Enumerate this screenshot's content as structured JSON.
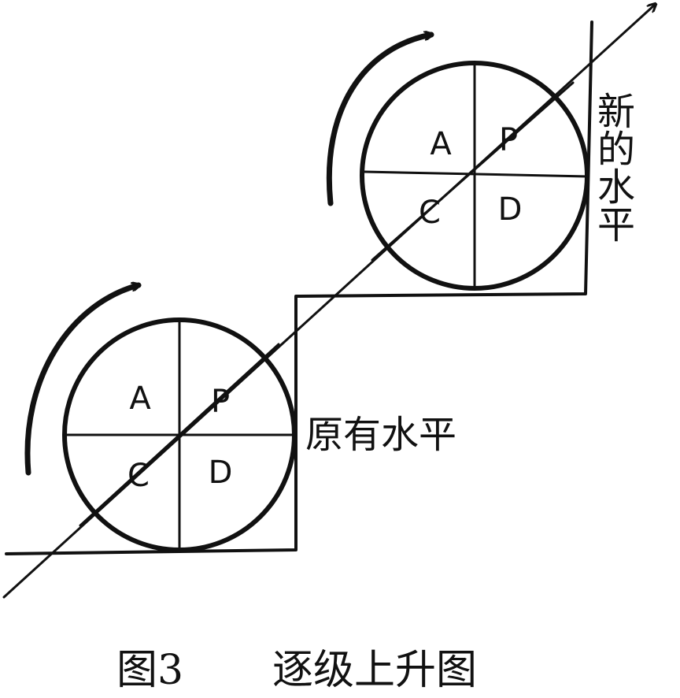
{
  "lower_circle": {
    "quadrants": {
      "top_left": "A",
      "top_right": "P",
      "bottom_left": "C",
      "bottom_right": "D"
    }
  },
  "upper_circle": {
    "quadrants": {
      "top_left": "A",
      "top_right": "P",
      "bottom_left": "C",
      "bottom_right": "D"
    }
  },
  "labels": {
    "original_level": "原有水平",
    "new_level": "新的水平"
  },
  "caption": {
    "figure_number": "图3",
    "title": "逐级上升图"
  }
}
